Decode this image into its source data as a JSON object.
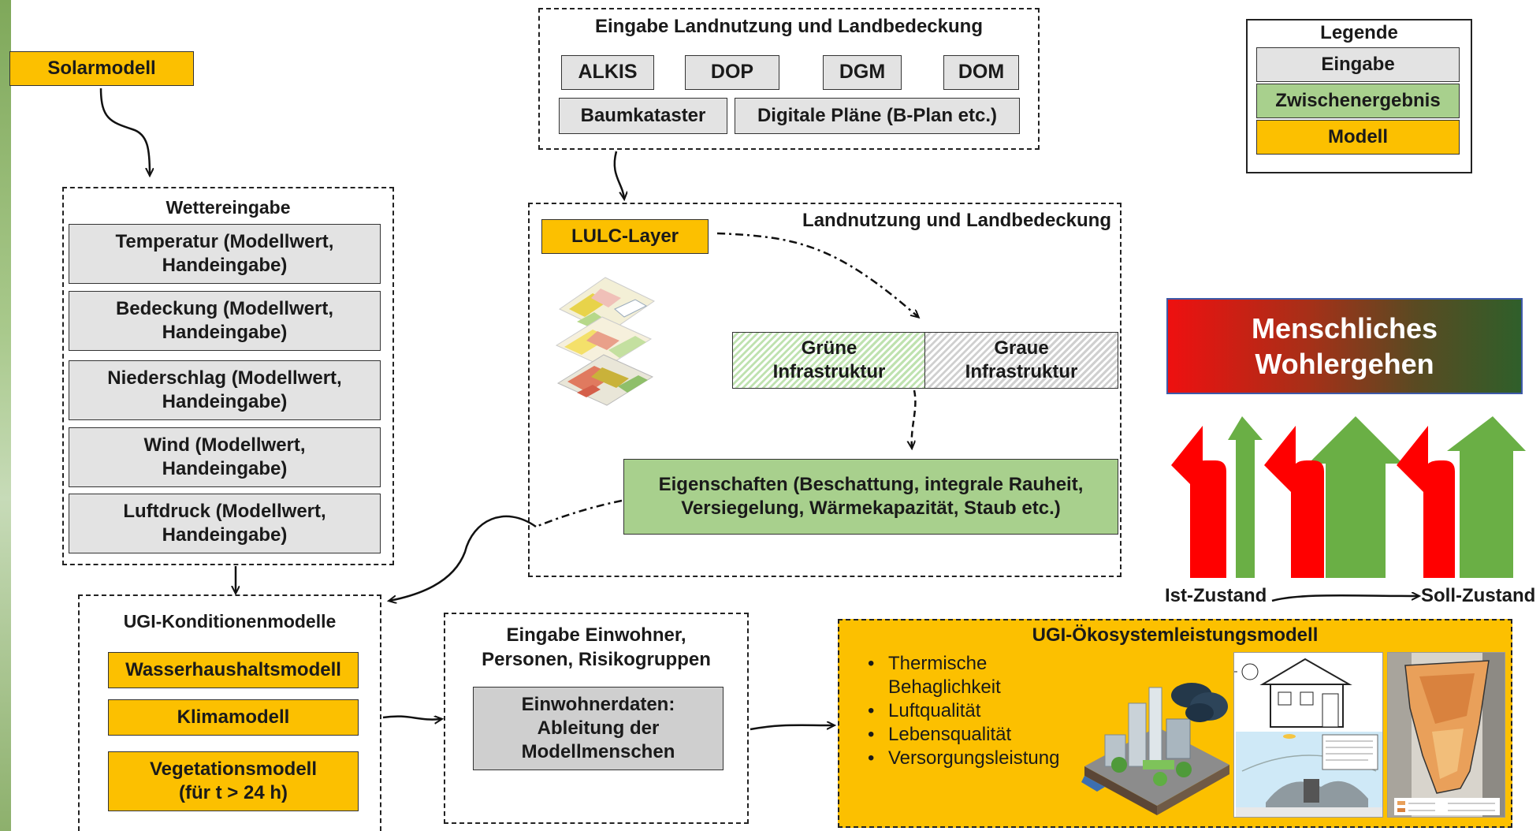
{
  "solar": {
    "label": "Solarmodell"
  },
  "eingabe": {
    "title": "Eingabe Landnutzung und Landbedeckung",
    "items": [
      "ALKIS",
      "DOP",
      "DGM",
      "DOM",
      "Baumkataster",
      "Digitale Pläne (B-Plan etc.)"
    ]
  },
  "legend": {
    "title": "Legende",
    "items": [
      "Eingabe",
      "Zwischenergebnis",
      "Modell"
    ]
  },
  "weather": {
    "title": "Wettereingabe",
    "items": [
      "Temperatur (Modellwert, Handeingabe)",
      "Bedeckung (Modellwert, Handeingabe)",
      "Niederschlag (Modellwert, Handeingabe)",
      "Wind (Modellwert, Handeingabe)",
      "Luftdruck (Modellwert, Handeingabe)"
    ]
  },
  "lulc": {
    "title": "Landnutzung und Landbedeckung",
    "layer": "LULC-Layer",
    "green": "Grüne Infrastruktur",
    "grey": "Graue Infrastruktur",
    "properties": "Eigenschaften (Beschattung, integrale Rauheit, Versiegelung, Wärmekapazität, Staub etc.)"
  },
  "wellbeing": {
    "title": "Menschliches Wohlergehen",
    "from": "Ist-Zustand",
    "to": "Soll-Zustand"
  },
  "ugi": {
    "title": "UGI-Konditionenmodelle",
    "items": [
      "Wasserhaushaltsmodell",
      "Klimamodell",
      "Vegetationsmodell (für t > 24 h)"
    ]
  },
  "einwohner": {
    "title": "Eingabe Einwohner, Personen, Risikogruppen",
    "data": "Einwohnerdaten: Ableitung der Modellmenschen"
  },
  "eco": {
    "title": "UGI-Ökosystemleistungsmodell",
    "items": [
      "Thermische Behaglichkeit",
      "Luftqualität",
      "Lebensqualität",
      "Versorgungsleistung"
    ]
  },
  "colors": {
    "eingabe": "#e3e3e3",
    "zwischenergebnis": "#a8d08d",
    "modell": "#fcc000",
    "arrow_red": "#ff0000",
    "arrow_green": "#6aaf45"
  }
}
